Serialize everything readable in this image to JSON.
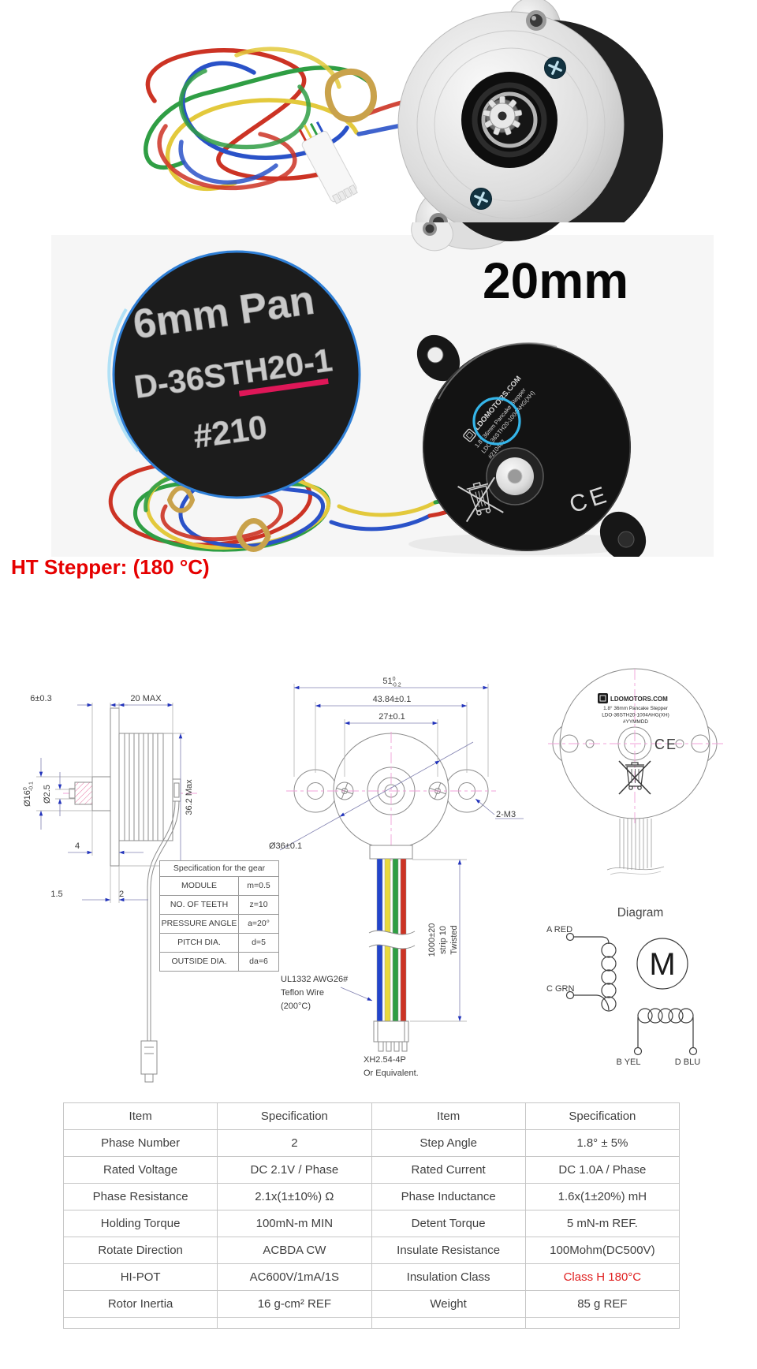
{
  "colors": {
    "accent_red": "#e60000",
    "highlight_red": "#e02020",
    "underline_pink": "#de1758",
    "dimension_blue": "#2233bb",
    "centerline_pink": "#f0a0d8",
    "magnifier_ring_blue": "#2f7fd6",
    "wire_blue": "#2a52c8",
    "wire_yellow": "#e3c93c",
    "wire_green": "#2f9e44",
    "wire_red": "#cc3324"
  },
  "magnifier": {
    "line1": "6mm Pan",
    "line2": "D-36STH20-1",
    "line3": "#210"
  },
  "size_callout": "20mm",
  "back_label": {
    "brand": "LDOMOTORS.COM",
    "product": "1.8° 36mm Pancake Stepper",
    "model": "LDO-36STH20-1004AHG(XH)",
    "serial": "#210402",
    "ce": "CE"
  },
  "heading": "HT Stepper: (180 °C)",
  "side_view": {
    "dim_boss": "6±0.3",
    "dim_length": "20 MAX",
    "dim_d16": {
      "value": "Ø16",
      "tol_top": "0",
      "tol_bot": "-0.1"
    },
    "dim_d25": "Ø2.5",
    "dim_height": "36.2 Max",
    "dim_4": "4",
    "dim_15": "1.5",
    "dim_2": "2"
  },
  "gear_table": {
    "title": "Specification for the gear",
    "rows": [
      {
        "item": "MODULE",
        "value": "m=0.5"
      },
      {
        "item": "NO.  OF TEETH",
        "value": "z=10"
      },
      {
        "item": "PRESSURE ANGLE",
        "value": "a=20°"
      },
      {
        "item": "PITCH DIA.",
        "value": "d=5"
      },
      {
        "item": "OUTSIDE DIA.",
        "value": "da=6"
      }
    ]
  },
  "front_view": {
    "dim_51": {
      "value": "51",
      "tol_top": "0",
      "tol_bot": "-0.2"
    },
    "dim_mount": "43.84±0.1",
    "dim_27": "27±0.1",
    "dim_d36": "Ø36±0.1",
    "dim_2m3": "2-M3",
    "wire_len_1": "1000±20",
    "wire_len_2": "strip 10",
    "wire_len_3": "Twisted",
    "wire_note_1": "UL1332 AWG26#",
    "wire_note_2": "Teflon Wire",
    "wire_note_3": "(200°C)",
    "connector_1": "XH2.54-4P",
    "connector_2": "Or Equivalent."
  },
  "rear_view": {
    "label": {
      "brand": "LDOMOTORS.COM",
      "product": "1.8° 36mm Pancake Stepper",
      "model": "LDO-36STH20-1004AHG(XH)",
      "serial": "#YYMMDD"
    },
    "ce": "CE"
  },
  "diagram": {
    "title": "Diagram",
    "motor_symbol": "M",
    "terminal_a": "A RED",
    "terminal_c": "C GRN",
    "terminal_b": "B YEL",
    "terminal_d": "D BLU"
  },
  "spec_table": {
    "headers": [
      "Item",
      "Specification",
      "Item",
      "Specification"
    ],
    "rows": [
      [
        "Phase Number",
        "2",
        "Step Angle",
        "1.8° ± 5%"
      ],
      [
        "Rated Voltage",
        "DC 2.1V / Phase",
        "Rated Current",
        "DC 1.0A / Phase"
      ],
      [
        "Phase Resistance",
        "2.1x(1±10%) Ω",
        "Phase Inductance",
        "1.6x(1±20%) mH"
      ],
      [
        "Holding Torque",
        "100mN-m MIN",
        "Detent Torque",
        "5 mN-m REF."
      ],
      [
        "Rotate Direction",
        "ACBDA CW",
        "Insulate Resistance",
        "100Mohm(DC500V)"
      ],
      [
        "HI-POT",
        "AC600V/1mA/1S",
        "Insulation Class",
        "Class H 180°C"
      ],
      [
        "Rotor Inertia",
        "16 g-cm² REF",
        "Weight",
        "85 g REF"
      ]
    ]
  }
}
